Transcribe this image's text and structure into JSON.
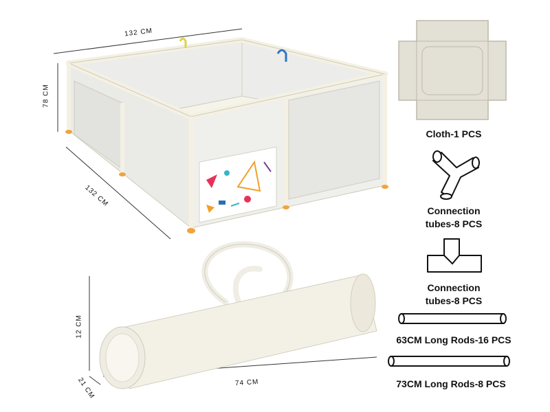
{
  "dimensions": {
    "pen_width": "132 CM",
    "pen_depth": "132 CM",
    "pen_height": "78 CM",
    "bag_length": "74 CM",
    "bag_height": "12 CM",
    "bag_depth": "21 CM"
  },
  "parts": {
    "cloth": "Cloth-1 PCS",
    "y_tube_line1": "Connection",
    "y_tube_line2": "tubes-8 PCS",
    "t_tube_line1": "Connection",
    "t_tube_line2": "tubes-8 PCS",
    "rod_63": "63CM Long Rods-16 PCS",
    "rod_73": "73CM Long Rods-8 PCS"
  },
  "colors": {
    "frame": "#f4f1e4",
    "outline": "#cfcbb8",
    "mesh": "#ebebe8",
    "part_fill": "#e3e0d5",
    "feet": "#f2a33a"
  },
  "icons": [
    "playpen-illustration",
    "carry-bag-illustration",
    "cloth-icon",
    "y-connector-icon",
    "t-connector-icon",
    "rod-icon"
  ]
}
